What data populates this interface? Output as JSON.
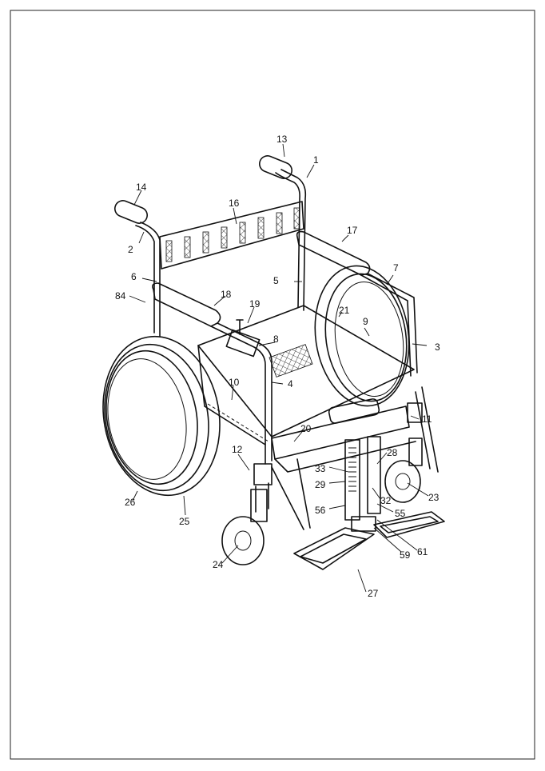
{
  "labels": {
    "l1": "1",
    "l2": "2",
    "l3": "3",
    "l4": "4",
    "l5": "5",
    "l6": "6",
    "l7": "7",
    "l8": "8",
    "l9": "9",
    "l10": "10",
    "l11": "11",
    "l12": "12",
    "l13": "13",
    "l14": "14",
    "l16": "16",
    "l17": "17",
    "l18": "18",
    "l19": "19",
    "l20": "20",
    "l21": "21",
    "l23": "23",
    "l24": "24",
    "l25": "25",
    "l26": "26",
    "l27": "27",
    "l28": "28",
    "l29": "29",
    "l32": "32",
    "l33": "33",
    "l55": "55",
    "l56": "56",
    "l59": "59",
    "l61": "61",
    "l84": "84"
  }
}
